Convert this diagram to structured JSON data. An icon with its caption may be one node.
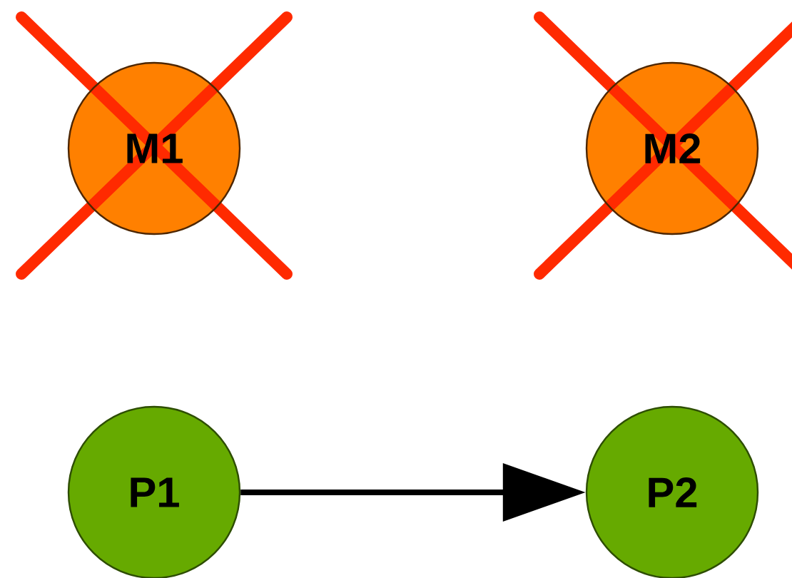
{
  "diagram": {
    "nodes": [
      {
        "text": [
          "M1"
        ]
      },
      {
        "text": [
          "M2"
        ]
      },
      {
        "text": [
          "P1"
        ]
      },
      {
        "text": [
          "P2"
        ]
      }
    ],
    "edges": [
      {
        "from": 2,
        "to": 3,
        "arrow": "to"
      }
    ]
  }
}
